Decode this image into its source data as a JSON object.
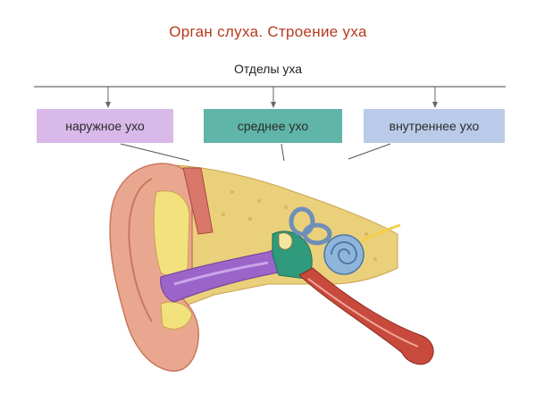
{
  "title": "Орган слуха. Строение уха",
  "subtitle": "Отделы уха",
  "sections": [
    {
      "label": "наружное ухо",
      "color": "#d8b9ea"
    },
    {
      "label": "среднее ухо",
      "color": "#5fb5a8"
    },
    {
      "label": "внутреннее ухо",
      "color": "#b9cbe8"
    }
  ],
  "colors": {
    "title": "#b5391c",
    "ear_skin": "#eaa78f",
    "bone": "#ead07b",
    "canal": "#9b64c8",
    "middle_ear": "#2f9a7c",
    "cochlea": "#8fb6da",
    "tube": "#c84a3c"
  }
}
